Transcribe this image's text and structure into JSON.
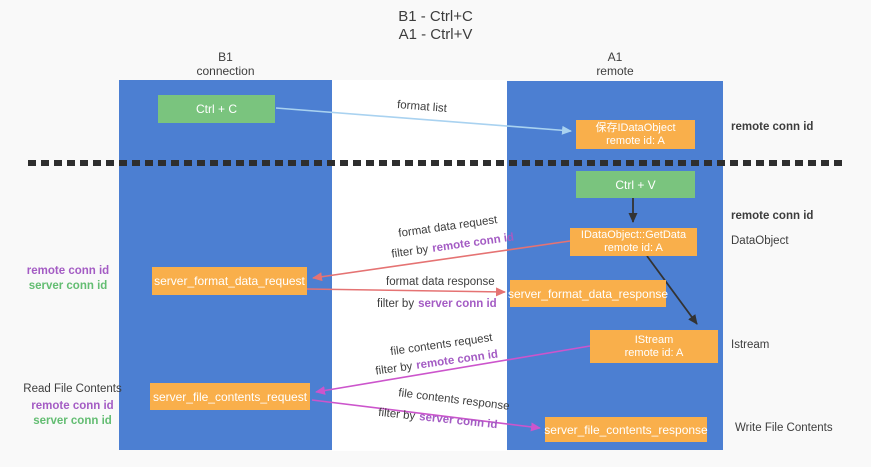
{
  "title": {
    "line1": "B1 - Ctrl+C",
    "line2": "A1 - Ctrl+V"
  },
  "columns": {
    "b1": {
      "name": "B1",
      "subtitle": "connection"
    },
    "a1": {
      "name": "A1",
      "subtitle": "remote"
    }
  },
  "boxes": {
    "ctrl_c": {
      "label": "Ctrl + C"
    },
    "ctrl_v": {
      "label": "Ctrl + V"
    },
    "save_dataobject": {
      "line1": "保存IDataObject",
      "line2": "remote id: A"
    },
    "getdata": {
      "line1": "IDataObject::GetData",
      "line2": "remote id: A"
    },
    "istream": {
      "line1": "IStream",
      "line2": "remote id: A"
    },
    "format_request": {
      "label": "server_format_data_request"
    },
    "format_response": {
      "label": "server_format_data_response"
    },
    "file_request": {
      "label": "server_file_contents_request"
    },
    "file_response": {
      "label": "server_file_contents_response"
    }
  },
  "arrow_labels": {
    "format_list": "format list",
    "format_data_request": "format data request",
    "format_data_response": "format data response",
    "file_contents_request": "file contents request",
    "file_contents_response": "file contents response",
    "filter_by": "filter by",
    "remote_conn_id": "remote conn id",
    "server_conn_id": "server conn id"
  },
  "side_labels": {
    "remote_conn_id": "remote conn id",
    "server_conn_id": "server conn id",
    "dataobject": "DataObject",
    "istream": "Istream",
    "read_file_contents": "Read File Contents",
    "write_file_contents": "Write File Contents"
  },
  "colors": {
    "column_blue": "#4c7fd2",
    "box_green": "#7ac47e",
    "box_orange": "#f9af4b",
    "purple_label": "#a45cc4",
    "green_label": "#63bd72",
    "arrow_red": "#e57373",
    "arrow_magenta": "#cc55cc",
    "arrow_light_blue": "#a9d2f0",
    "arrow_black": "#333333"
  }
}
